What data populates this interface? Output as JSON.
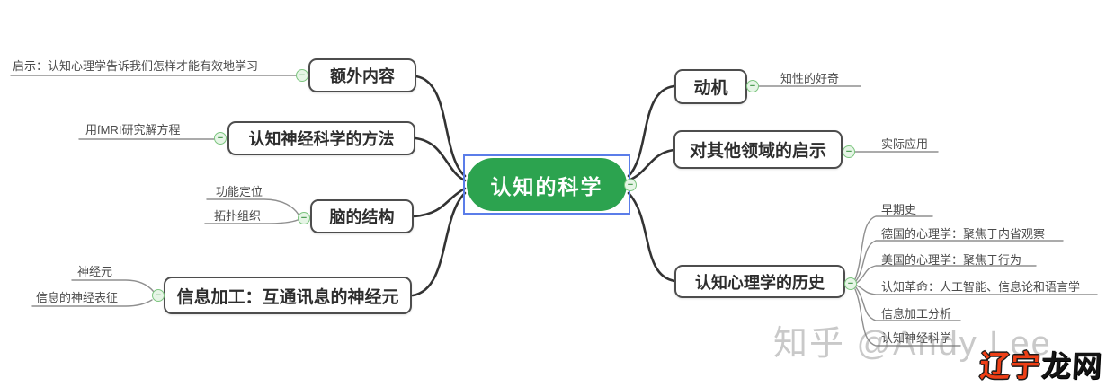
{
  "central_topic": {
    "label": "认知的科学"
  },
  "left_branches": [
    {
      "topic": "额外内容",
      "leaves": [
        "启示：认知心理学告诉我们怎样才能有效地学习"
      ]
    },
    {
      "topic": "认知神经科学的方法",
      "leaves": [
        "用fMRI研究解方程"
      ]
    },
    {
      "topic": "脑的结构",
      "leaves": [
        "功能定位",
        "拓扑组织"
      ]
    },
    {
      "topic": "信息加工：互通讯息的神经元",
      "leaves": [
        "神经元",
        "信息的神经表征"
      ]
    }
  ],
  "right_branches": [
    {
      "topic": "动机",
      "leaves": [
        "知性的好奇"
      ]
    },
    {
      "topic": "对其他领域的启示",
      "leaves": [
        "实际应用"
      ]
    },
    {
      "topic": "认知心理学的历史",
      "leaves": [
        "早期史",
        "德国的心理学：聚焦于内省观察",
        "美国的心理学：聚焦于行为",
        "认知革命：人工智能、信息论和语言学",
        "信息加工分析",
        "认知神经科学"
      ]
    }
  ],
  "collapse_glyph": "−",
  "watermark": "知乎 @Andy Lee",
  "site_logo": {
    "first": "辽宁",
    "second": "龙网"
  },
  "colors": {
    "central-fill": "#2ca34f",
    "selection-blue": "#5b7de9",
    "node-border": "#4d4d4d",
    "branch-line": "#333333",
    "leaf-line": "#8f8f8f",
    "collapse-fill": "#e6f5e6",
    "collapse-border": "#7cc57f",
    "logo-red": "#ee3f16",
    "logo-black": "#141414"
  }
}
